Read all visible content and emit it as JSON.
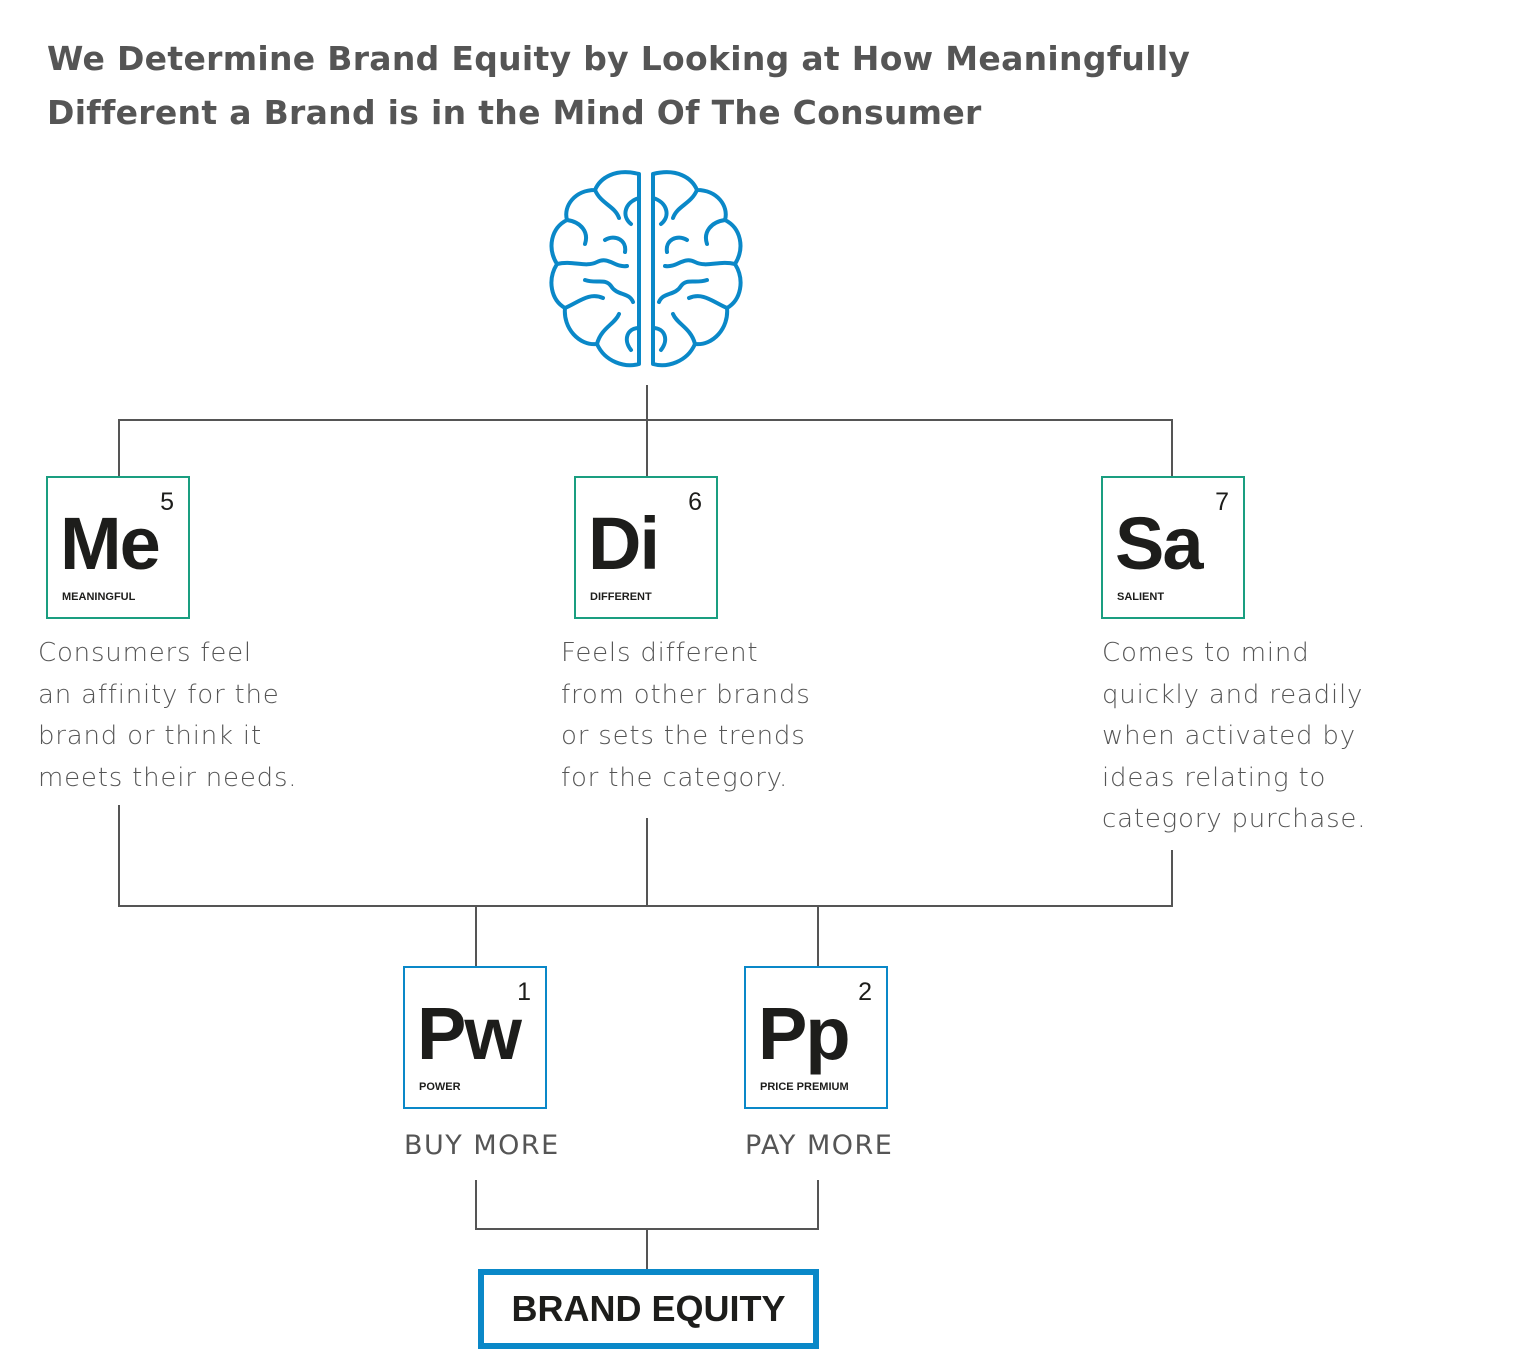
{
  "title": {
    "line1": "We Determine Brand Equity by Looking at How Meaningfully",
    "line2": "Different a Brand is in the Mind Of The Consumer"
  },
  "colors": {
    "teal": "#1a9e80",
    "blue": "#0a88c8",
    "text": "#555555"
  },
  "brain_icon": "brain-icon",
  "elements": [
    {
      "symbol": "Me",
      "number": "5",
      "name": "MEANINGFUL",
      "desc": [
        "Consumers feel",
        "an affinity for the",
        "brand or think it",
        "meets their needs."
      ]
    },
    {
      "symbol": "Di",
      "number": "6",
      "name": "DIFFERENT",
      "desc": [
        "Feels different",
        "from other brands",
        "or sets the trends",
        "for the category."
      ]
    },
    {
      "symbol": "Sa",
      "number": "7",
      "name": "SALIENT",
      "desc": [
        "Comes to mind",
        "quickly and readily",
        "when activated by",
        "ideas relating to",
        "category purchase."
      ]
    }
  ],
  "outcomes": [
    {
      "symbol": "Pw",
      "number": "1",
      "name": "POWER",
      "action": "BUY MORE"
    },
    {
      "symbol": "Pp",
      "number": "2",
      "name": "PRICE PREMIUM",
      "action": "PAY MORE"
    }
  ],
  "result": "BRAND EQUITY"
}
